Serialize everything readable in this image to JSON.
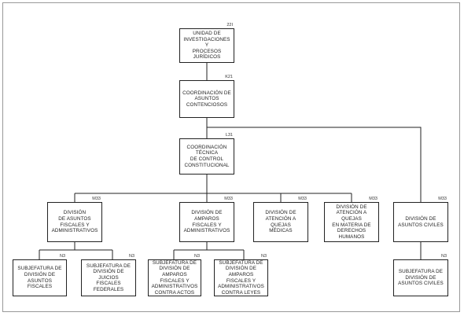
{
  "nodes": {
    "unidad": {
      "label": "UNIDAD DE\nINVESTIGACIONES Y\nPROCESOS\nJURÍDICOS",
      "level": "22I"
    },
    "coord_contenciosos": {
      "label": "COORDINACIÓN DE\nASUNTOS\nCONTENCIOSOS",
      "level": "K21"
    },
    "coord_tecnica": {
      "label": "COORDINACIÓN\nTÉCNICA\nDE CONTROL\nCONSTITUCIONAL",
      "level": "L31"
    },
    "div_fiscales": {
      "label": "DIVISIÓN\nDE ASUNTOS\nFISCALES Y\nADMINISTRATIVOS",
      "level": "M33"
    },
    "div_amparos": {
      "label": "DIVISIÓN DE\nAMPAROS\nFISCALES Y\nADMINISTRATIVOS",
      "level": "M33"
    },
    "div_quejas_medicas": {
      "label": "DIVISIÓN DE\nATENCIÓN A QUEJAS\nMÉDICAS",
      "level": "M33"
    },
    "div_quejas_dh": {
      "label": "DIVISIÓN DE\nATENCIÓN A QUEJAS\nEN MATERIA DE\nDERECHOS\nHUMANOS",
      "level": "M33"
    },
    "div_civiles": {
      "label": "DIVISIÓN DE\nASUNTOS CIVILES",
      "level": "M33"
    },
    "sub_fiscales": {
      "label": "SUBJEFATURA DE\nDIVISIÓN DE\nASUNTOS\nFISCALES",
      "level": "N3"
    },
    "sub_juicios": {
      "label": "SUBJEFATURA DE\nDIVISIÓN DE JUICIOS\nFISCALES\nFEDERALES",
      "level": "N3"
    },
    "sub_amparos_actos": {
      "label": "SUBJEFATURA DE\nDIVISIÓN DE\nAMPAROS\nFISCALES Y\nADMINISTRATIVOS\nCONTRA ACTOS",
      "level": "N3"
    },
    "sub_amparos_leyes": {
      "label": "SUBJEFATURA DE\nDIVISIÓN DE\nAMPAROS\nFISCALES Y\nADMINISTRATIVOS\nCONTRA LEYES",
      "level": "N3"
    },
    "sub_civiles": {
      "label": "SUBJEFATURA DE\nDIVISIÓN DE\nASUNTOS CIVILES",
      "level": "N3"
    }
  }
}
